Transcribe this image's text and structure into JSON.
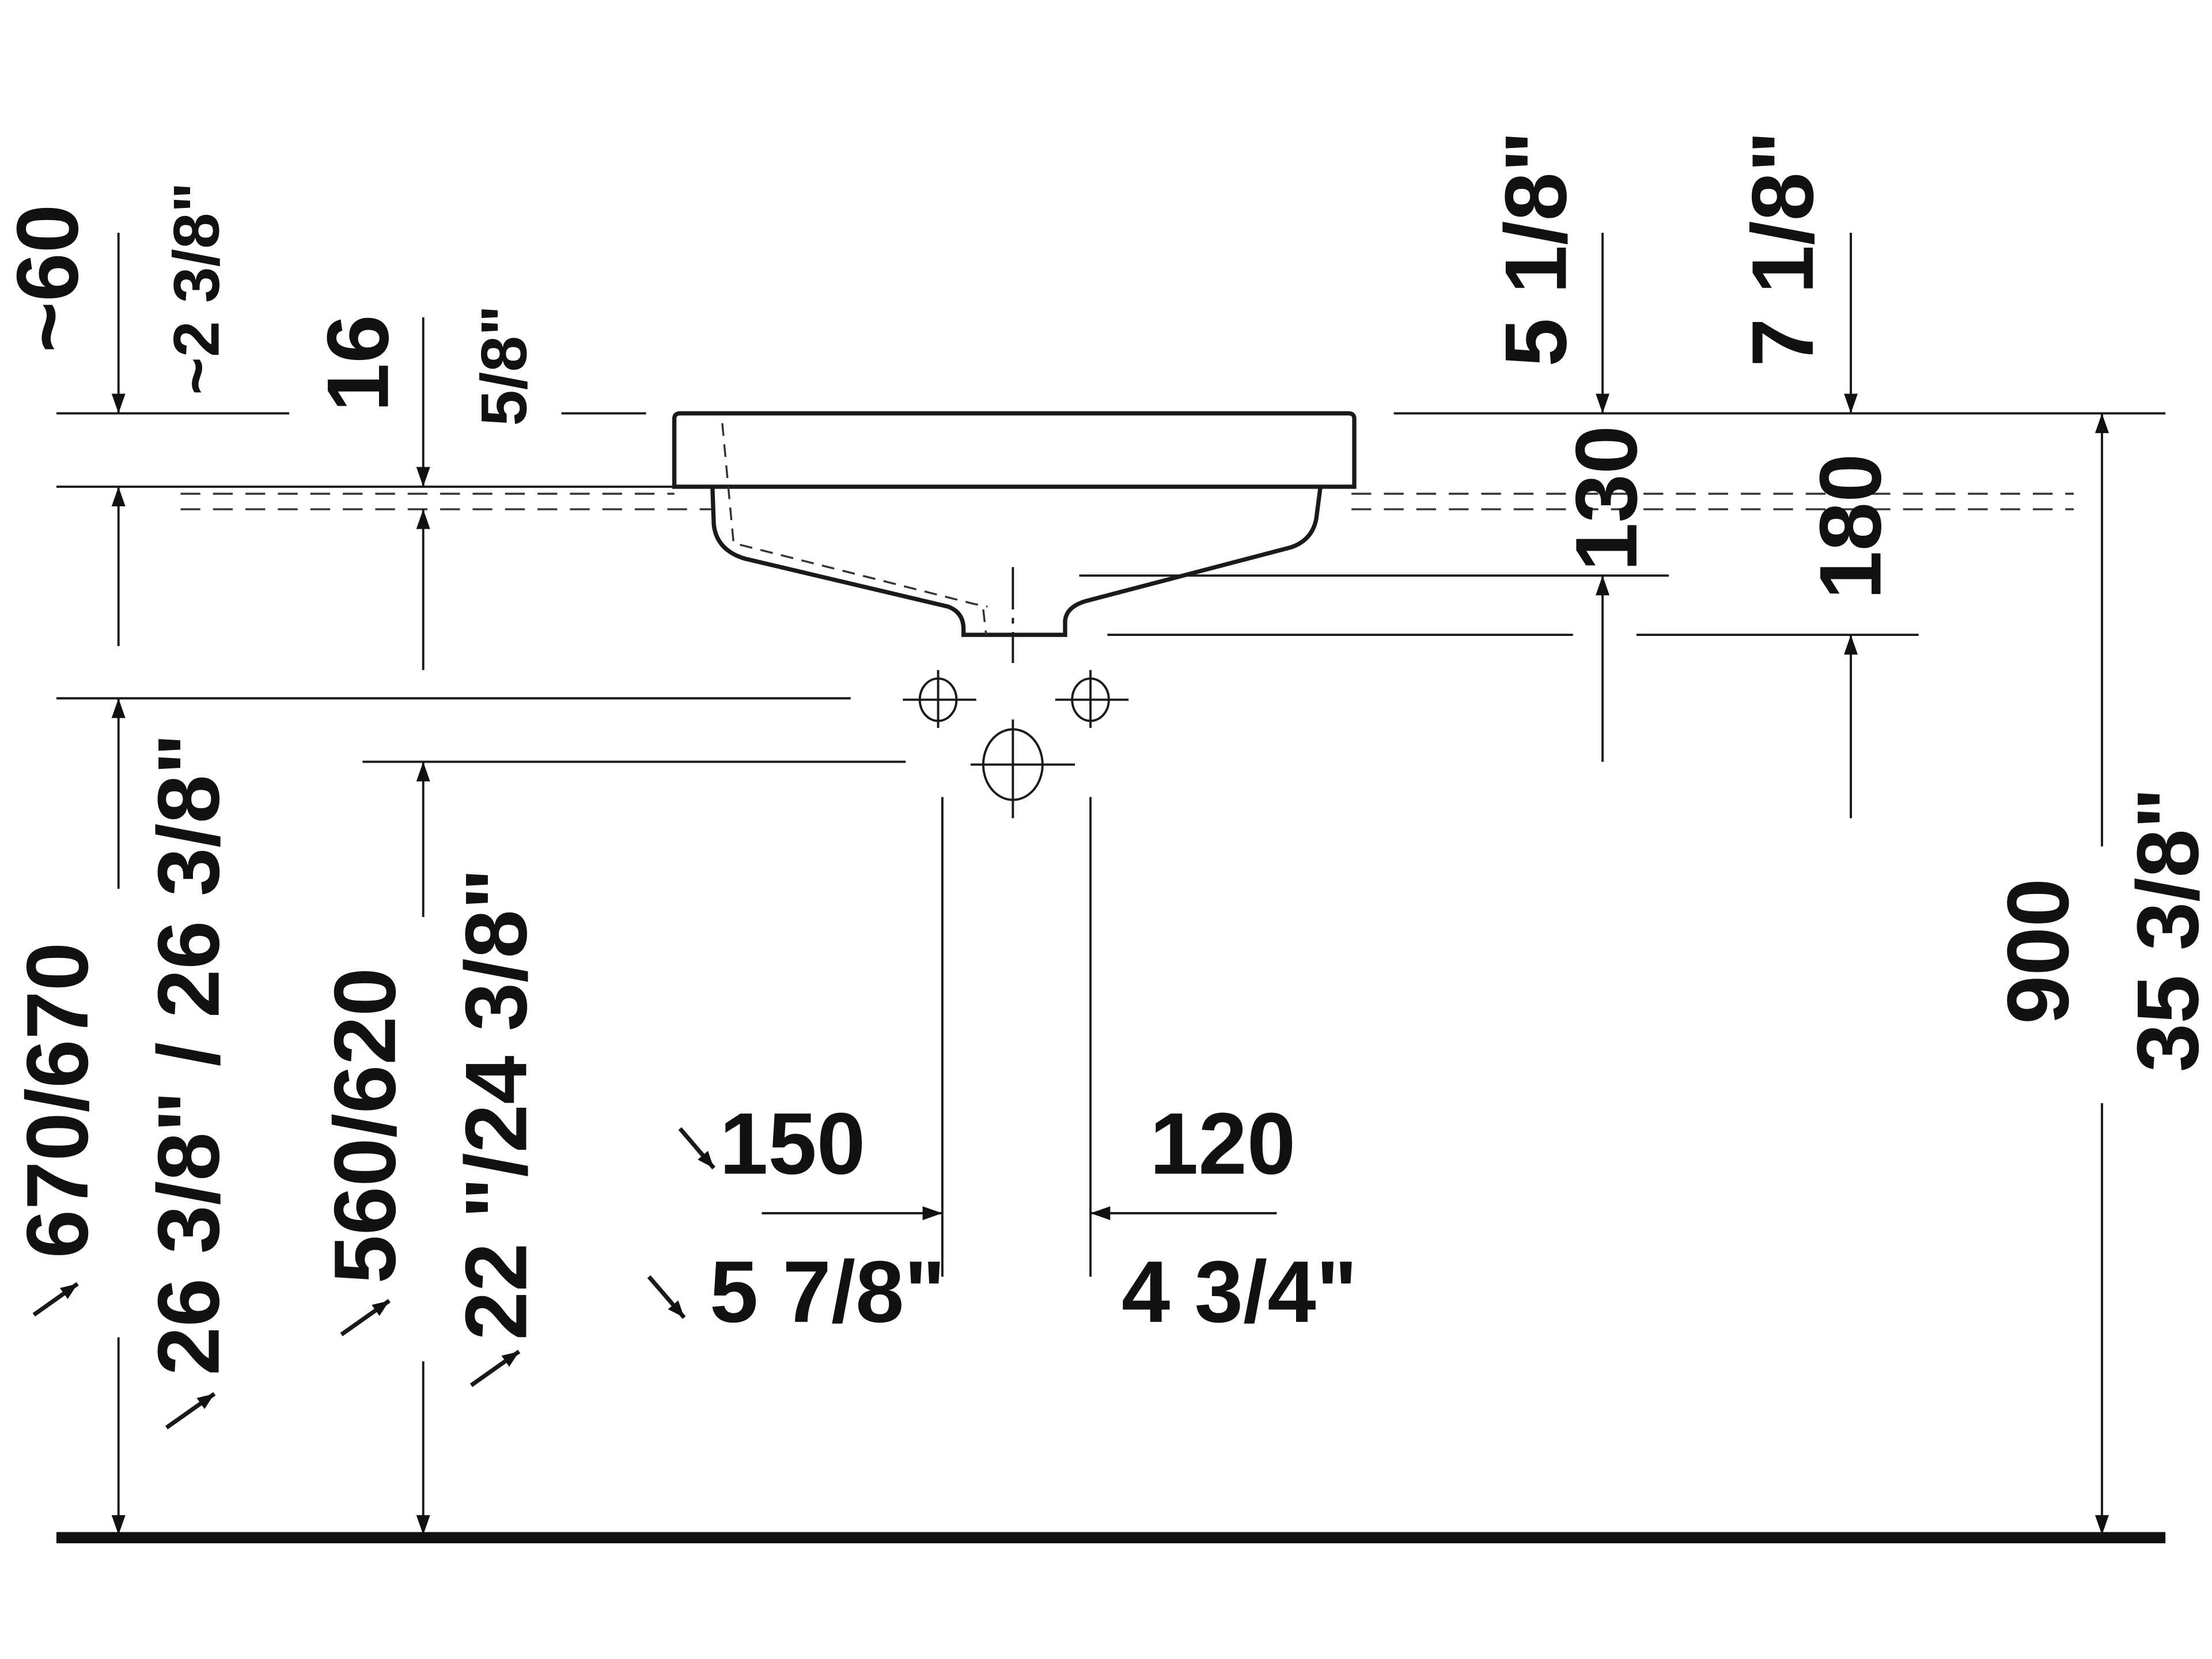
{
  "diagram": {
    "type": "technical-dimension-drawing",
    "subject": "vanity washbasin side elevation with supply and drain positions",
    "colors": {
      "line": "#1a1a1a",
      "background": "#ffffff"
    },
    "dimensions": {
      "top_clearance_mm": "~60",
      "top_clearance_in": "~2 3/8\"",
      "rim_thickness_mm": "16",
      "rim_thickness_in": "5/8\"",
      "drain_depth_mm": "130",
      "drain_depth_in": "5 1/8\"",
      "outlet_depth_mm": "180",
      "outlet_depth_in": "7 1/8\"",
      "total_height_mm": "900",
      "total_height_in": "35 3/8\"",
      "supply_height_mm": "670/670",
      "supply_height_in": "26 3/8\" / 26 3/8\"",
      "drain_height_mm": "560/620",
      "drain_height_in": "22 \"/24 3/8\"",
      "left_supply_offset_mm": "150",
      "left_supply_offset_in": "5 7/8\"",
      "right_supply_offset_mm": "120",
      "right_supply_offset_in": "4 3/4\""
    }
  }
}
